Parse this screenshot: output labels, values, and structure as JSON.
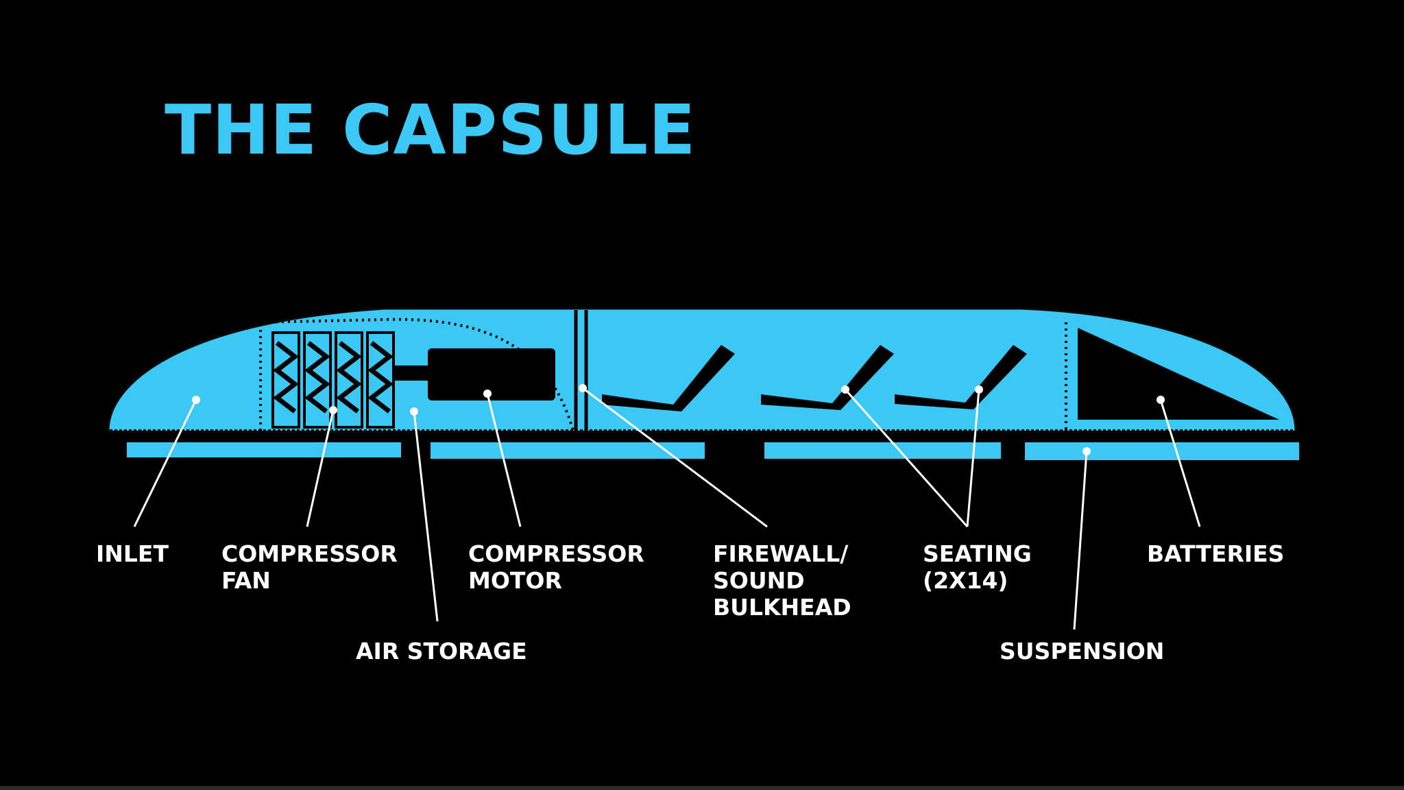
{
  "slide": {
    "title": "THE CAPSULE"
  },
  "colors": {
    "background": "#000000",
    "accent": "#3cc8f4",
    "label": "#ffffff",
    "component": "#000000"
  },
  "labels": {
    "inlet": [
      "INLET"
    ],
    "compressor_fan": [
      "COMPRESSOR",
      "FAN"
    ],
    "air_storage": [
      "AIR STORAGE"
    ],
    "compressor_motor": [
      "COMPRESSOR",
      "MOTOR"
    ],
    "firewall": [
      "FIREWALL/",
      "SOUND",
      "BULKHEAD"
    ],
    "seating": [
      "SEATING",
      "(2X14)"
    ],
    "suspension": [
      "SUSPENSION"
    ],
    "batteries": [
      "BATTERIES"
    ]
  },
  "seat_count": 3,
  "fan_blade_count": 4
}
